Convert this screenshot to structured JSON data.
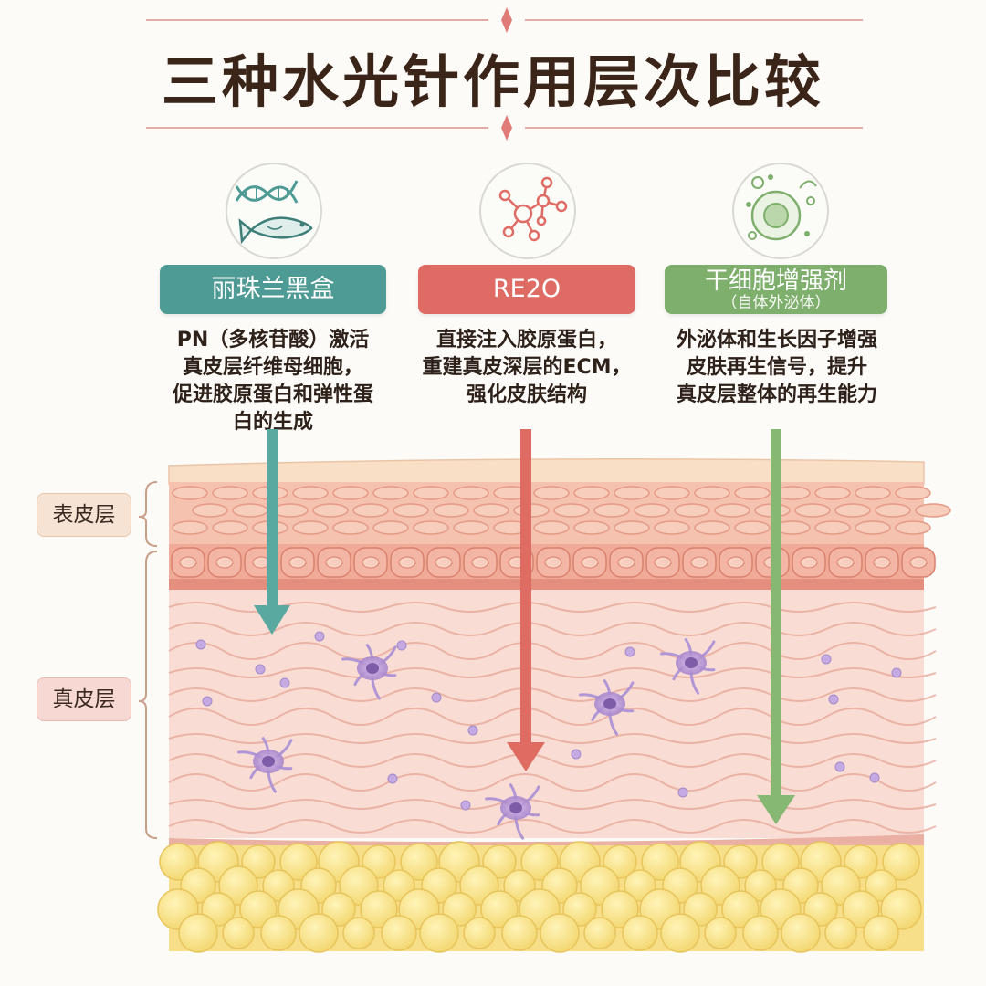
{
  "title": "三种水光针作用层次比较",
  "colors": {
    "teal": "#4e9a94",
    "red": "#de6b64",
    "green": "#7eaf6c",
    "title_ornament": "#e07c78"
  },
  "products": [
    {
      "icon": "dna-fish-icon",
      "label": "丽珠兰黑盒",
      "description": [
        "PN（多核苷酸）激活",
        "真皮层纤维母细胞，",
        "促进胶原蛋白和弹性蛋",
        "白的生成"
      ]
    },
    {
      "icon": "molecule-icon",
      "label": "RE2O",
      "description": [
        "直接注入胶原蛋白，",
        "重建真皮深层的ECM，",
        "强化皮肤结构"
      ]
    },
    {
      "icon": "cell-icon",
      "label": "干细胞增强剂",
      "sublabel": "（自体外泌体）",
      "description": [
        "外泌体和生长因子增强",
        "皮肤再生信号，提升",
        "真皮层整体的再生能力"
      ]
    }
  ],
  "layers": {
    "epidermis": "表皮层",
    "dermis": "真皮层"
  }
}
